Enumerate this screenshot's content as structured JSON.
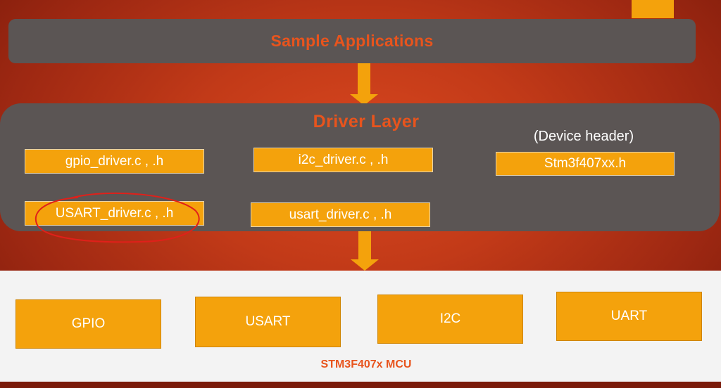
{
  "diagram": {
    "top_layer": {
      "label": "Sample Applications"
    },
    "driver_layer": {
      "title": "Driver Layer",
      "device_header_label": "(Device header)",
      "files": [
        "gpio_driver.c , .h",
        "i2c_driver.c , .h",
        "Stm3f407xx.h",
        "USART_driver.c , .h",
        "usart_driver.c , .h"
      ]
    },
    "mcu": {
      "label": "STM3F407x MCU",
      "peripherals": [
        "GPIO",
        "USART",
        "I2C",
        "UART"
      ]
    }
  },
  "colors": {
    "background": "#c23a18",
    "panel": "#5b5554",
    "box": "#f4a20c",
    "title_text": "#e8541d",
    "highlight_circle": "#e0201a"
  }
}
